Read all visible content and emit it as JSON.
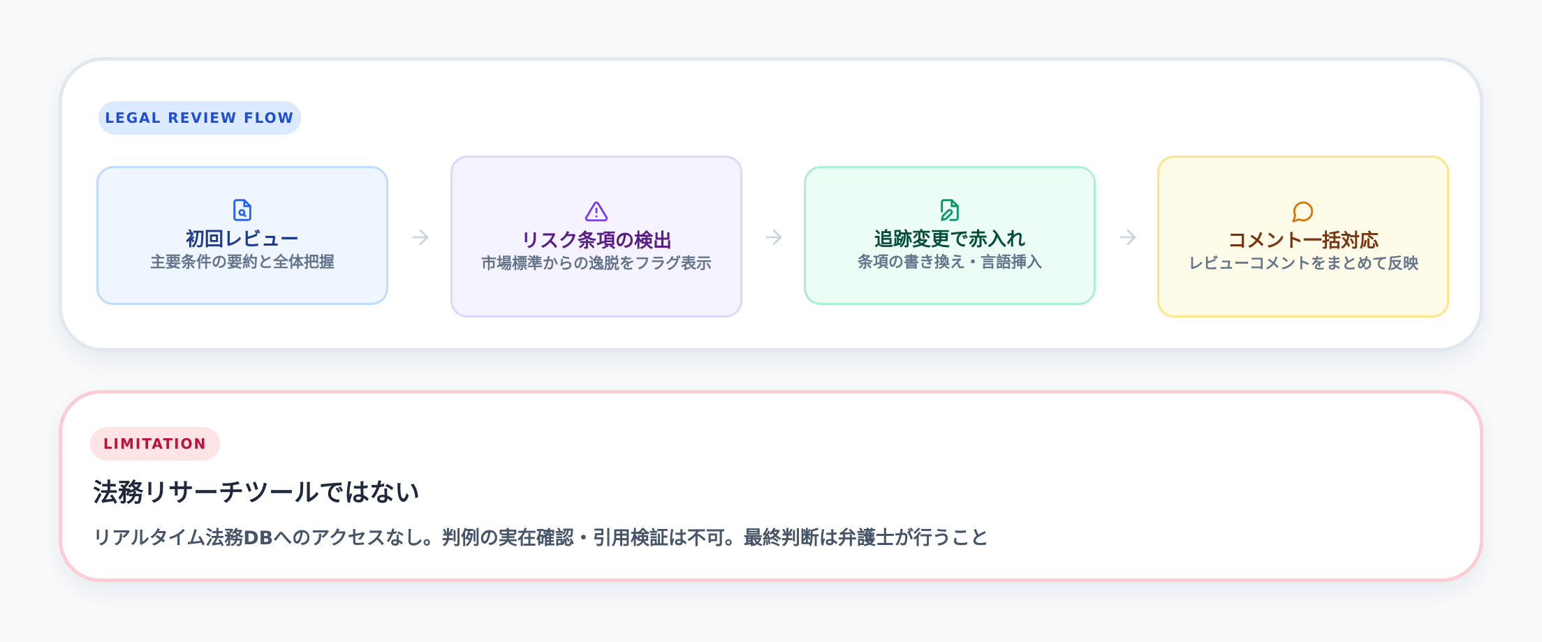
{
  "flow": {
    "badge": "LEGAL REVIEW FLOW",
    "steps": [
      {
        "title": "初回レビュー",
        "description": "主要条件の要約と全体把握",
        "icon": "file-search-icon",
        "color": "#2563eb"
      },
      {
        "title": "リスク条項の検出",
        "description": "市場標準からの逸脱をフラグ表示",
        "icon": "warning-triangle-icon",
        "color": "#7c3aed"
      },
      {
        "title": "追跡変更で赤入れ",
        "description": "条項の書き換え・言語挿入",
        "icon": "file-edit-icon",
        "color": "#059669"
      },
      {
        "title": "コメント一括対応",
        "description": "レビューコメントをまとめて反映",
        "icon": "message-circle-icon",
        "color": "#d97706"
      }
    ],
    "arrow_icon": "arrow-right-icon"
  },
  "limitation": {
    "badge": "LIMITATION",
    "title": "法務リサーチツールではない",
    "body": "リアルタイム法務DBへのアクセスなし。判例の実在確認・引用検証は不可。最終判断は弁護士が行うこと"
  }
}
